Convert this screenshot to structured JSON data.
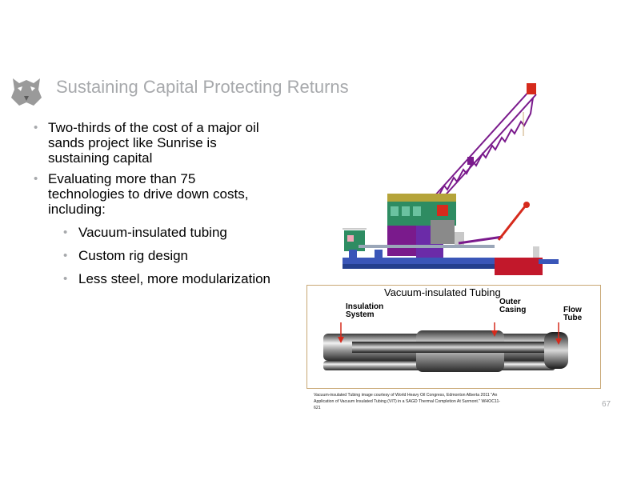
{
  "header": {
    "title": "Sustaining Capital Protecting Returns"
  },
  "bullets": [
    "Two-thirds of the cost of a major oil sands project like Sunrise is sustaining capital",
    "Evaluating more than 75 technologies to drive down costs, including:"
  ],
  "sub_bullets": [
    "Vacuum-insulated tubing",
    "Custom rig design",
    "Less steel, more modularization"
  ],
  "figure": {
    "title": "Vacuum-insulated Tubing",
    "labels": {
      "insulation_line1": "Insulation",
      "insulation_line2": "System",
      "outer_line1": "Outer",
      "outer_line2": "Casing",
      "flow_line1": "Flow",
      "flow_line2": "Tube"
    }
  },
  "credit": "Vacuum-insulated Tubing image courtesy of World Heavy Oil Congress, Edmonton Alberta 2011 \"An Application of Vacuum Insulated Tubing (VIT) in a SAGD Thermal Completion At Surmont.\" WHOC11-621",
  "page_number": "67",
  "colors": {
    "title": "#a7a9ac",
    "box_border": "#c8a774"
  }
}
